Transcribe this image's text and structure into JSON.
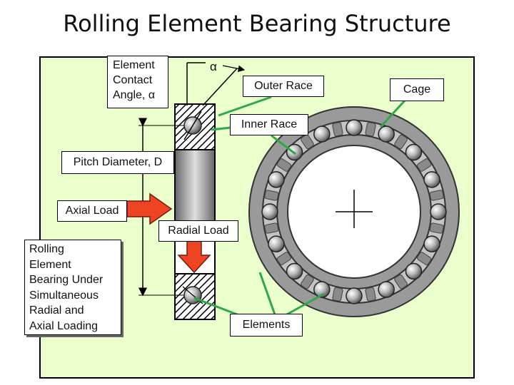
{
  "title": "Rolling Element Bearing Structure",
  "labels": {
    "contact_angle": [
      "Element",
      "Contact",
      "Angle, α"
    ],
    "alpha": "α",
    "outer_race": "Outer Race",
    "cage": "Cage",
    "inner_race": "Inner Race",
    "pitch_diameter": "Pitch Diameter, D",
    "axial_load": "Axial Load",
    "radial_load": "Radial Load",
    "elements": "Elements",
    "note": [
      "Rolling",
      "Element",
      "Bearing Under",
      "Simultaneous",
      "Radial and",
      "Axial Loading"
    ]
  },
  "colors": {
    "panel": "#eaffcc",
    "leader": "#2ea84a",
    "arrow": "#ee4422",
    "race": "#9a9a9a"
  },
  "ball_count": 16
}
